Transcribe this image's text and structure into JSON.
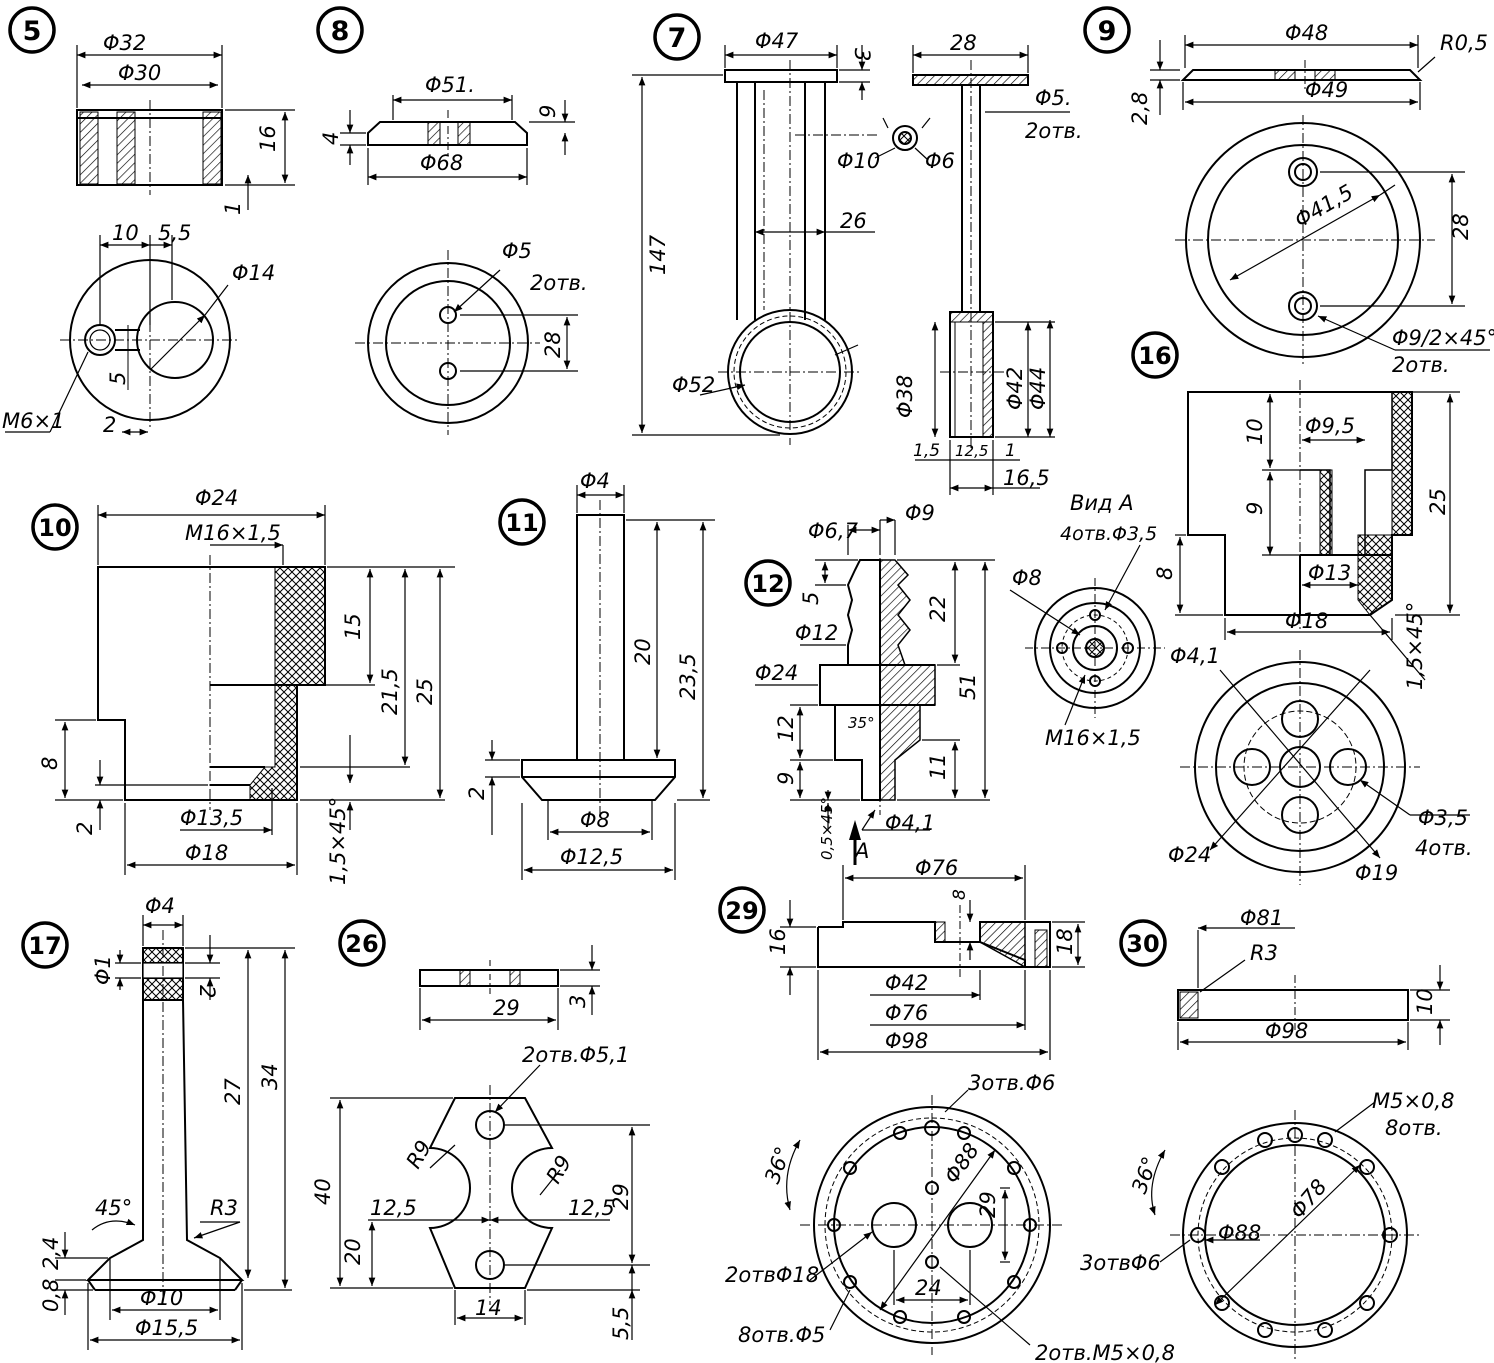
{
  "parts": {
    "p5": {
      "number": "5",
      "d32": "Φ32",
      "d30": "Φ30",
      "h16": "16",
      "h1": "1",
      "d10": "10",
      "d55": "5,5",
      "d14": "Φ14",
      "m6": "M6×1",
      "d5": "5",
      "d2": "2"
    },
    "p8": {
      "number": "8",
      "d51": "Φ51.",
      "d68": "Φ68",
      "h4": "4",
      "h9": "9",
      "hole": "Φ5",
      "holes": "2отв.",
      "d28": "28"
    },
    "p7": {
      "number": "7",
      "d47": "Φ47",
      "h3": "3",
      "d28": "28",
      "d5": "Φ5.",
      "holes": "2отв.",
      "d10": "Φ10",
      "d6": "Φ6",
      "d26": "26",
      "h147": "147",
      "d52": "Φ52",
      "d38": "Φ38",
      "d42": "Φ42",
      "d44": "Φ44",
      "w15": "1,5",
      "w125": "12,5",
      "w1": "1",
      "w165": "16,5"
    },
    "p9": {
      "number": "9",
      "d48": "Φ48",
      "r05": "R0,5",
      "h28": "2,8",
      "d49": "Φ49",
      "d415": "Φ41,5",
      "d28": "28",
      "d9": "Φ9/2×45°",
      "holes": "2отв."
    },
    "p16": {
      "number": "16",
      "h10": "10",
      "d95": "Φ9,5",
      "h9": "9",
      "h25": "25",
      "h8": "8",
      "d13": "Φ13",
      "d18": "Φ18",
      "ch": "1,5×45°",
      "d41": "Φ4,1",
      "d35": "Φ3,5",
      "holes": "4отв.",
      "d24": "Φ24",
      "d19": "Φ19"
    },
    "p10": {
      "number": "10",
      "d24": "Φ24",
      "m16": "M16×1,5",
      "h15": "15",
      "h215": "21,5",
      "h25": "25",
      "h8": "8",
      "h2": "2",
      "d135": "Φ13,5",
      "d18": "Φ18",
      "ch": "1,5×45°"
    },
    "p11": {
      "number": "11",
      "d4": "Φ4",
      "h20": "20",
      "h235": "23,5",
      "h2": "2",
      "d8": "Φ8",
      "d125": "Φ12,5"
    },
    "p12": {
      "number": "12",
      "d67": "Φ6,7",
      "d9": "Φ9",
      "h5": "5",
      "h22": "22",
      "d12": "Φ12",
      "d24": "Φ24",
      "h12": "12",
      "h51": "51",
      "ang": "35°",
      "h9": "9",
      "h11": "11",
      "ch": "0,5×45°",
      "d41": "Φ4,1",
      "arrow": "A",
      "view": "Вид А",
      "holes": "4отв.Φ3,5",
      "d8": "Φ8",
      "m16": "M16×1,5"
    },
    "p17": {
      "number": "17",
      "d4": "Φ4",
      "d1": "Φ1",
      "h2": "2",
      "h27": "27",
      "h34": "34",
      "r3": "R3",
      "ang": "45°",
      "h24": "2,4",
      "h08": "0,8",
      "d10": "Φ10",
      "d155": "Φ15,5"
    },
    "p26": {
      "number": "26",
      "d29": "29",
      "h3": "3",
      "holes": "2отв.Φ5,1",
      "h40": "40",
      "r9a": "R9",
      "r9b": "R9",
      "w125a": "12,5",
      "w125b": "12,5",
      "h29": "29",
      "h20": "20",
      "w14": "14",
      "h55": "5,5"
    },
    "p29": {
      "number": "29",
      "d76": "Φ76",
      "h16": "16",
      "h8": "8",
      "h18": "18",
      "d42": "Φ42",
      "d76b": "Φ76",
      "d98": "Φ98",
      "holes6": "3отв.Φ6",
      "ang": "36°",
      "d88": "Φ88",
      "h29": "29",
      "holes18": "2отвΦ18",
      "w24": "24",
      "holesM5": "2отв.M5×0,8",
      "holes5": "8отв.Φ5"
    },
    "p30": {
      "number": "30",
      "d81": "Φ81",
      "r3": "R3",
      "h10": "10",
      "d98": "Φ98",
      "m5": "M5×0,8",
      "holes": "8отв.",
      "ang": "36°",
      "d78": "Φ78",
      "d88": "Φ88",
      "holes6": "3отвΦ6"
    }
  }
}
